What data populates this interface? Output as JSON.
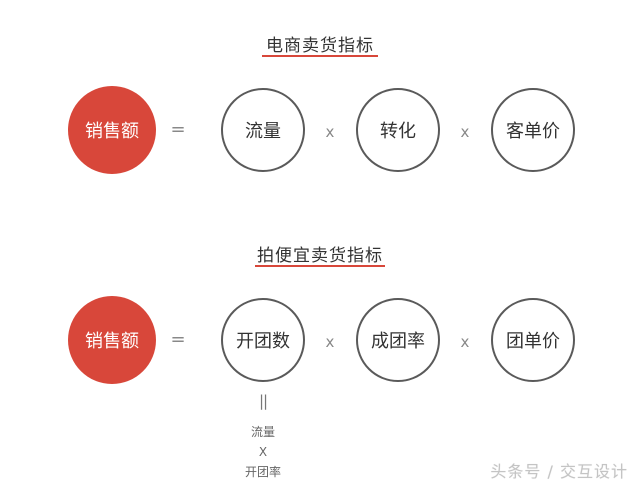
{
  "sections": [
    {
      "title": "电商卖货指标",
      "result": "销售额",
      "equals": "=",
      "factors": [
        "流量",
        "转化",
        "客单价"
      ],
      "operators": [
        "x",
        "x"
      ]
    },
    {
      "title": "拍便宜卖货指标",
      "result": "销售额",
      "equals": "=",
      "factors": [
        "开团数",
        "成团率",
        "团单价"
      ],
      "operators": [
        "x",
        "x"
      ]
    }
  ],
  "breakdown": {
    "equals": "||",
    "top": "流量",
    "operator": "X",
    "bottom": "开团率"
  },
  "watermark": "头条号 / 交互设计",
  "colors": {
    "accent": "#d8473a",
    "outline": "#5a5a5a",
    "text": "#333333"
  }
}
